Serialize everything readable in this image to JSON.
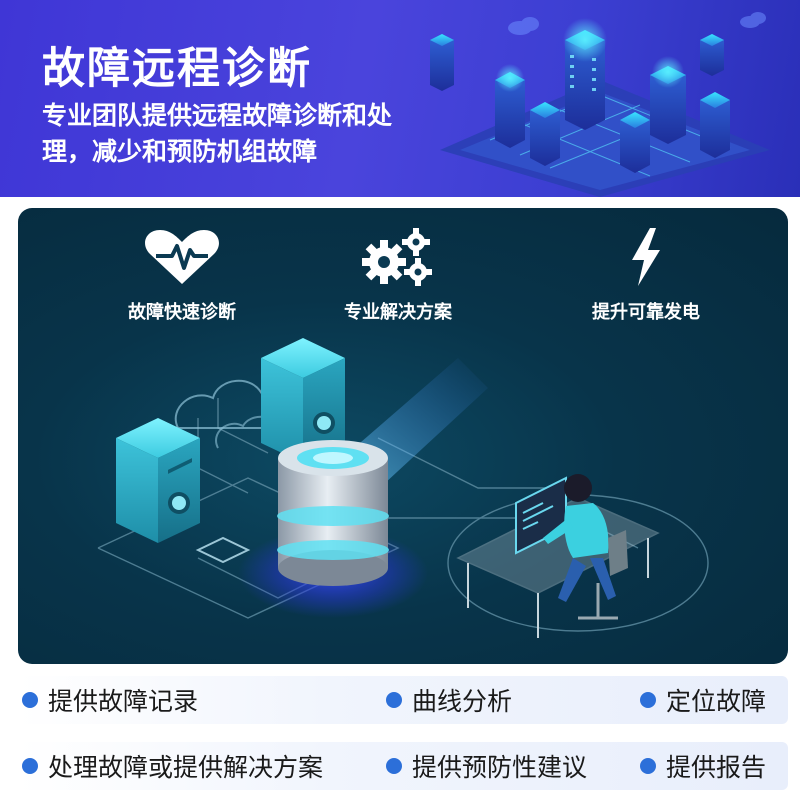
{
  "hero": {
    "title": "故障远程诊断",
    "subtitle": "专业团队提供远程故障诊断和处理，减少和预防机组故障"
  },
  "features": [
    {
      "icon": "heartbeat-icon",
      "label": "故障快速诊断"
    },
    {
      "icon": "gears-icon",
      "label": "专业解决方案"
    },
    {
      "icon": "lightning-icon",
      "label": "提升可靠发电"
    }
  ],
  "bullets": {
    "row1": [
      "提供故障记录",
      "曲线分析",
      "定位故障"
    ],
    "row2": [
      "处理故障或提供解决方案",
      "提供预防性建议",
      "提供报告"
    ]
  },
  "colors": {
    "hero_bg": "#4a44dc",
    "panel_bg": "#08344a",
    "accent_cyan": "#3ad6e6",
    "bullet_dot": "#2c6fd9"
  }
}
